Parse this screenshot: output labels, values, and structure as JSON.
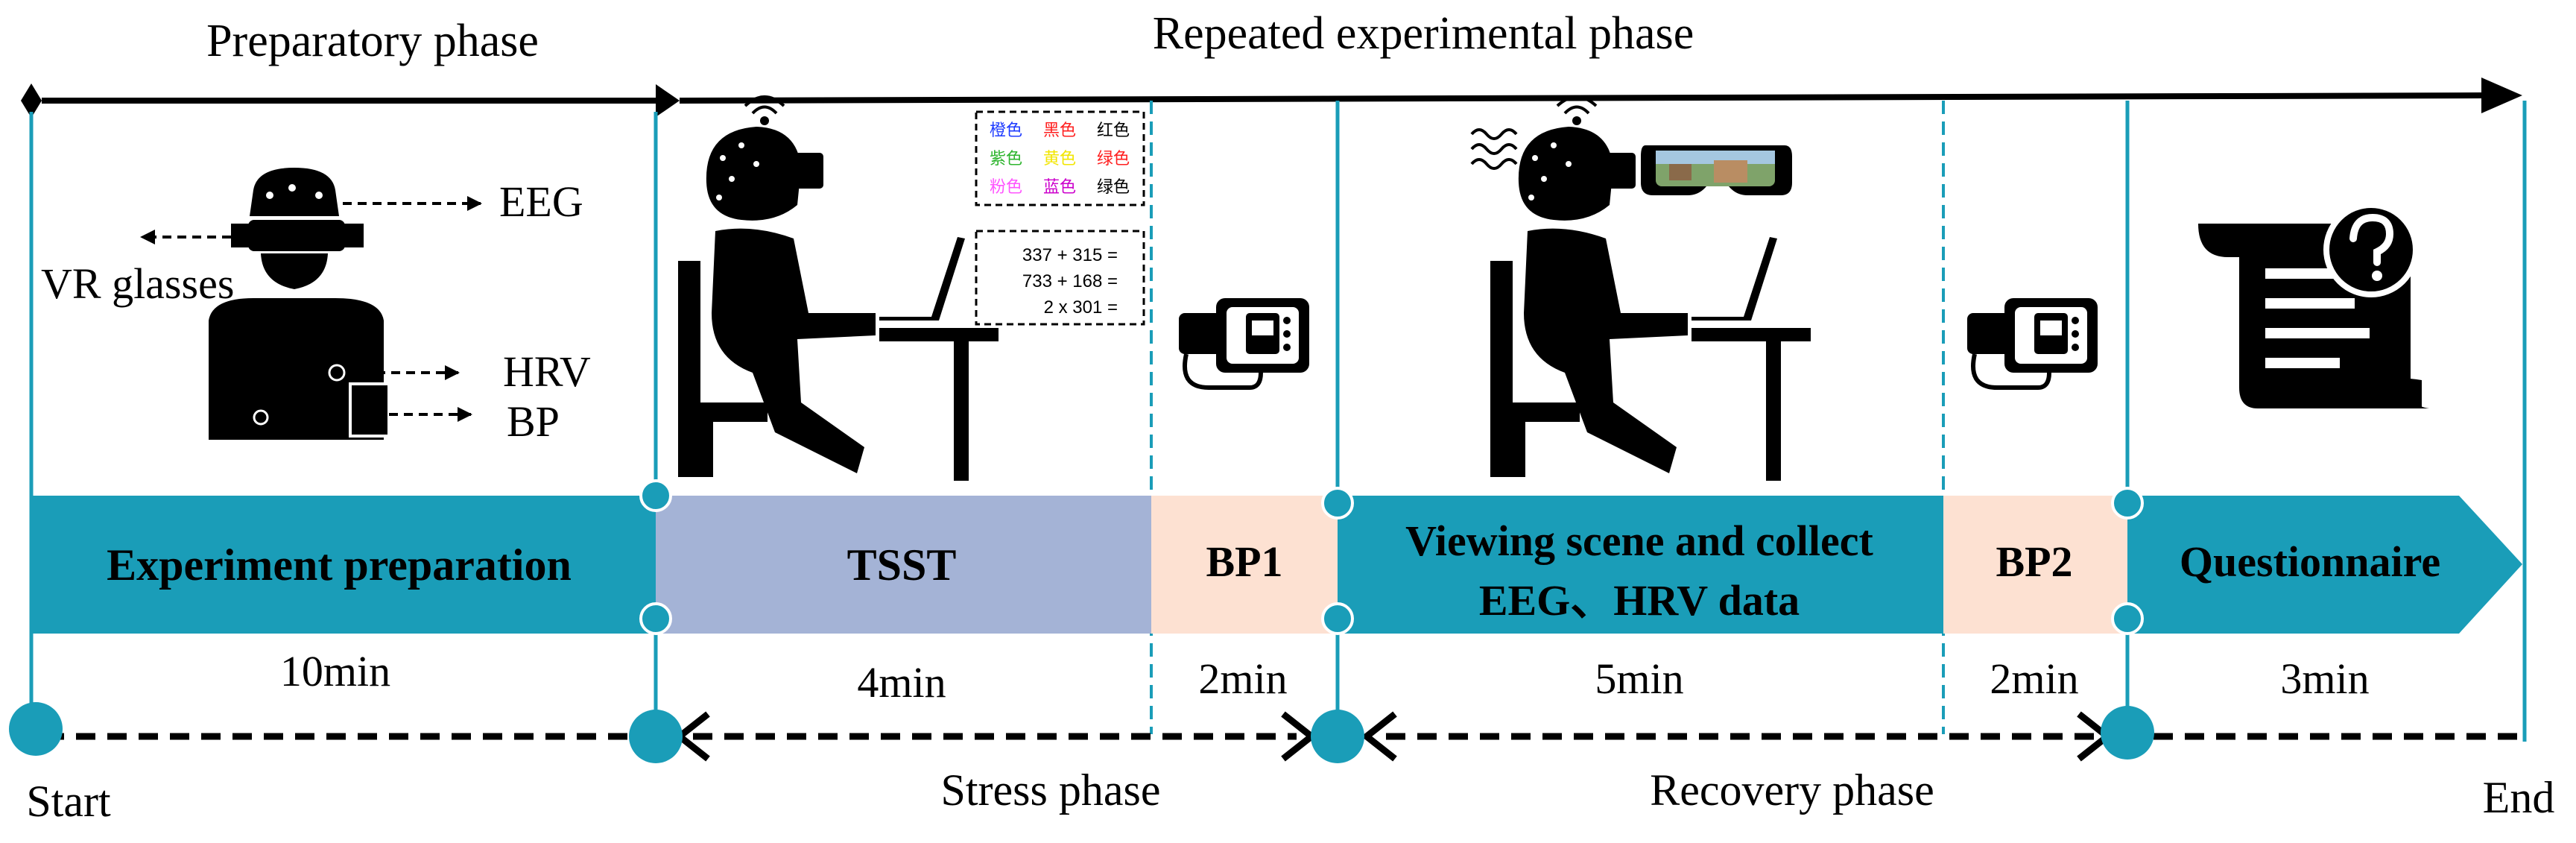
{
  "phases": {
    "preparatory": "Preparatory phase",
    "repeated": "Repeated experimental phase",
    "stress": "Stress phase",
    "recovery": "Recovery phase"
  },
  "timeline": {
    "start": "Start",
    "end": "End"
  },
  "blocks": [
    {
      "id": "experiment-preparation",
      "label": "Experiment preparation",
      "duration": "10min",
      "color": "#1a9db8"
    },
    {
      "id": "tsst",
      "label": "TSST",
      "duration": "4min",
      "color": "#a4b3d6"
    },
    {
      "id": "bp1",
      "label": "BP1",
      "duration": "2min",
      "color": "#fde1d2"
    },
    {
      "id": "viewing-scene",
      "label_line1": "Viewing scene and collect",
      "label_line2": "EEG、HRV data",
      "duration": "5min",
      "color": "#1a9db8"
    },
    {
      "id": "bp2",
      "label": "BP2",
      "duration": "2min",
      "color": "#fde1d2"
    },
    {
      "id": "questionnaire",
      "label": "Questionnaire",
      "duration": "3min",
      "color": "#1a9db8"
    }
  ],
  "equipment_labels": {
    "eeg": "EEG",
    "vr": "VR glasses",
    "hrv": "HRV",
    "bp": "BP"
  },
  "stroop_task": {
    "words": [
      {
        "text": "橙色",
        "color": "#1f3cff"
      },
      {
        "text": "黑色",
        "color": "#ff1f1f"
      },
      {
        "text": "红色",
        "color": "#000000"
      },
      {
        "text": "紫色",
        "color": "#2fb52f"
      },
      {
        "text": "黄色",
        "color": "#f2e600"
      },
      {
        "text": "绿色",
        "color": "#ff1f1f"
      },
      {
        "text": "粉色",
        "color": "#ff55ff"
      },
      {
        "text": "蓝色",
        "color": "#cc00cc"
      },
      {
        "text": "绿色",
        "color": "#000000"
      }
    ]
  },
  "math_task": {
    "lines": [
      "337 + 315 =",
      "733 + 168 =",
      "2 x 301 ="
    ]
  },
  "colors": {
    "accent": "#1a9db8",
    "divider": "#1a9db8",
    "line": "#000000"
  }
}
